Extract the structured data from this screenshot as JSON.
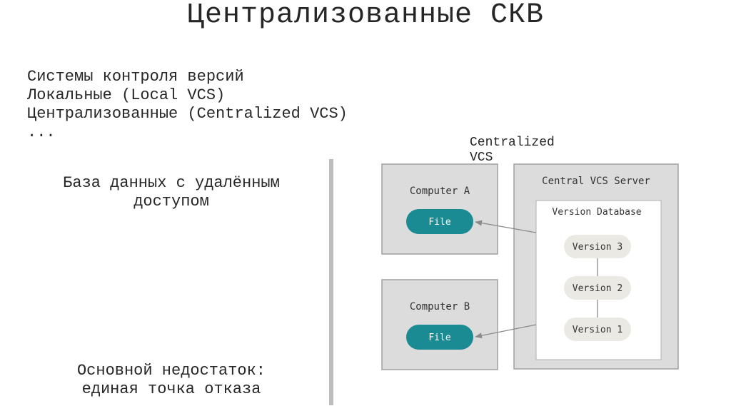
{
  "title": "Централизованные СКВ",
  "bullets": [
    "Системы контроля версий",
    "Локальные (Local VCS)",
    "Централизованные (Centralized VCS)",
    "..."
  ],
  "caption": "Centralized\nVCS",
  "left_notes": {
    "top": [
      "База данных с удалённым",
      "доступом"
    ],
    "bottom": [
      "Основной недостаток:",
      "единая точка отказа"
    ]
  },
  "diagram": {
    "computer_a": {
      "label": "Computer A",
      "file": "File"
    },
    "computer_b": {
      "label": "Computer B",
      "file": "File"
    },
    "server": {
      "label": "Central VCS Server",
      "database_label": "Version Database",
      "versions": [
        "Version 3",
        "Version 2",
        "Version 1"
      ]
    },
    "colors": {
      "box_fill": "#dcdcdc",
      "box_stroke": "#a0a0a0",
      "file_pill": "#1a8a93",
      "file_text": "#ffffff",
      "version_pill": "#ebe9e4",
      "arrow": "#8a8a8a"
    }
  }
}
